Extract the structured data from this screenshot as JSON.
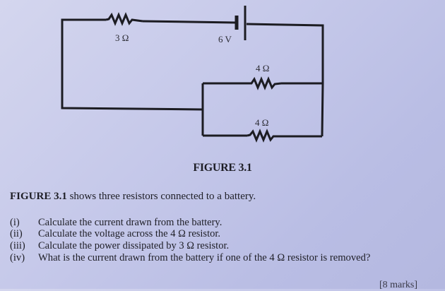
{
  "figure": {
    "caption": "FIGURE 3.1",
    "components": {
      "resistor_top_label": "3 Ω",
      "battery_label": "6 V",
      "resistor_parallel_upper_label": "4 Ω",
      "resistor_parallel_lower_label": "4 Ω"
    }
  },
  "intro": {
    "bold_ref": "FIGURE 3.1",
    "text": " shows three resistors connected to a battery."
  },
  "questions": [
    {
      "num": "(i)",
      "text": "Calculate the current drawn from the battery."
    },
    {
      "num": "(ii)",
      "text": "Calculate the voltage across the 4 Ω resistor."
    },
    {
      "num": "(iii)",
      "text": "Calculate the power dissipated by 3 Ω resistor."
    },
    {
      "num": "(iv)",
      "text": "What is the current drawn from the battery if one of the 4 Ω resistor is removed?"
    }
  ],
  "marks": "[8 marks]"
}
